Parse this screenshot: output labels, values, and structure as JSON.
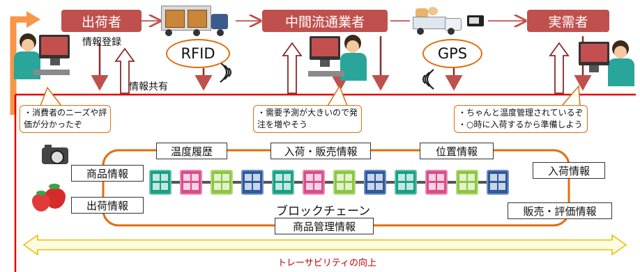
{
  "roles": {
    "shipper": "出荷者",
    "distributor": "中間流通業者",
    "consumer": "実需者"
  },
  "labels": {
    "info_registration": "情報登録",
    "info_sharing": "情報共有",
    "rfid": "RFID",
    "gps": "GPS",
    "blockchain": "ブロックチェーン",
    "traceability": "トレーサビリティの向上"
  },
  "callouts": {
    "shipper": [
      "・消費者のニーズや評",
      "価が分かったぞ"
    ],
    "distributor": [
      "・需要予測が大きいので発",
      "注を増やそう"
    ],
    "consumer": [
      "・ちゃんと温度管理されているぞ",
      "・○時に入荷するから準備しよう"
    ]
  },
  "info_boxes": {
    "temperature_history": "温度履歴",
    "arrival_sales_info": "入荷・販売情報",
    "location_info": "位置情報",
    "product_info": "商品情報",
    "shipping_info": "出荷情報",
    "arrival_info": "入荷情報",
    "sales_evaluation_info": "販売・評価情報",
    "product_management_info": "商品管理情報"
  },
  "colors": {
    "role_fill": "#c0504d",
    "oval_border": "#e46c0a",
    "feedback_arrow": "#f79646",
    "ring_line": "#e46c0a",
    "red_line": "#e00000",
    "trace_text": "#c00000",
    "trace_arrow_fill": "#fdfbe1",
    "trace_arrow_stroke": "#e6c300"
  },
  "block_colors": [
    "#16a085",
    "#d94c8a",
    "#8cc63f",
    "#2c5aa0",
    "#16a085",
    "#d94c8a",
    "#8cc63f",
    "#2c5aa0",
    "#16a085",
    "#d94c8a",
    "#8cc63f",
    "#2c5aa0"
  ],
  "icons": [
    "monitor-person-icon",
    "truck-boxes-icon",
    "truck-eggs-icon",
    "gps-device-icon",
    "camera-icon",
    "strawberry-icon",
    "signal-waves-icon"
  ]
}
